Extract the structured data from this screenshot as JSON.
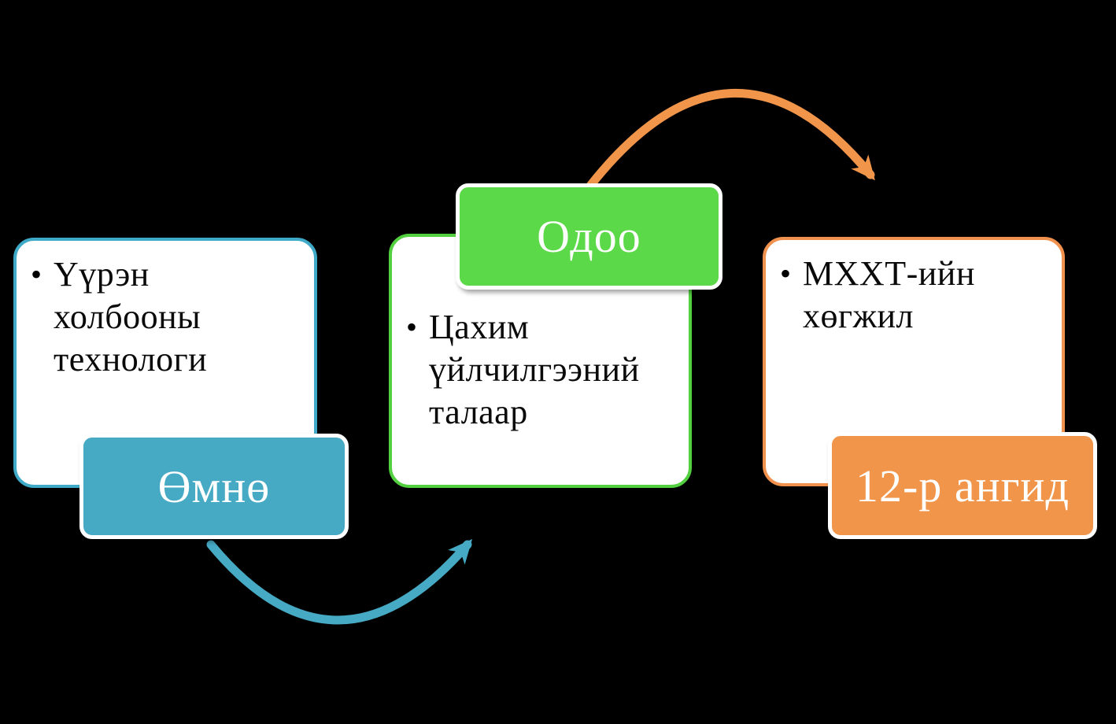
{
  "background_color": "#000000",
  "diagram": {
    "type": "process-cycle",
    "items": [
      {
        "bullet": "•",
        "text": "Үүрэн холбооны технологи",
        "label": "Өмнө",
        "fill_color": "#47AAC5",
        "border_color": "#3FA9C8"
      },
      {
        "bullet": "•",
        "text": "Цахим үйлчилгээний талаар",
        "label": "Одоо",
        "fill_color": "#5CD948",
        "border_color": "#53D03F"
      },
      {
        "bullet": "•",
        "text": "МХХТ-ийн хөгжил",
        "label": "12-р ангид",
        "fill_color": "#F0954A",
        "border_color": "#F0914D"
      }
    ],
    "arrows": [
      {
        "name": "before-to-now",
        "color": "#47AAC5",
        "direction": "curves-down-then-up-right"
      },
      {
        "name": "now-to-future",
        "color": "#F0954A",
        "direction": "curves-up-then-down-right"
      }
    ]
  }
}
